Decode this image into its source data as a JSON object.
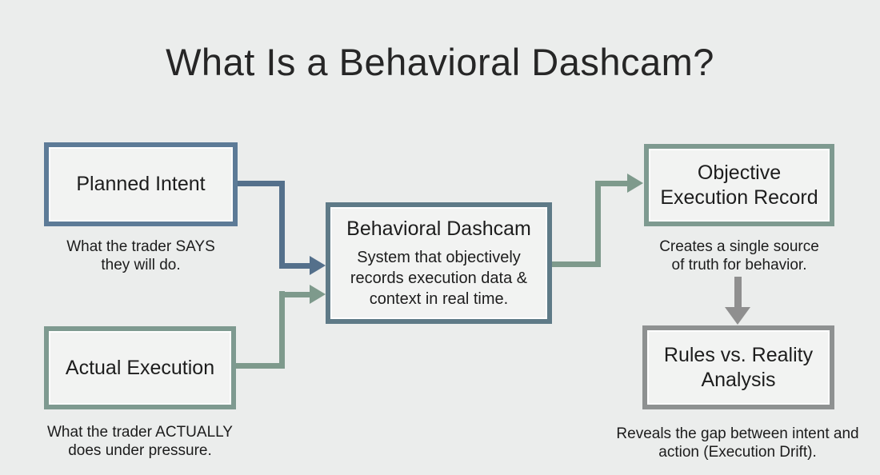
{
  "slide": {
    "title": "What Is a Behavioral Dashcam?"
  },
  "nodes": {
    "planned_intent": {
      "label": "Planned Intent",
      "caption": "What the trader SAYS they will do.",
      "border_color": "#5d7b97"
    },
    "actual_execution": {
      "label": "Actual Execution",
      "caption": "What the trader ACTUALLY does under pressure.",
      "border_color": "#7e9a90"
    },
    "behavioral_dashcam": {
      "label": "Behavioral Dashcam",
      "body": "System that objectively records execution data & context in real time.",
      "border_color": "#5e7a87"
    },
    "objective_execution_record": {
      "label": "Objective Execution Record",
      "caption": "Creates a single source of truth for behavior.",
      "border_color": "#7e9a90"
    },
    "rules_vs_reality": {
      "label": "Rules vs. Reality Analysis",
      "caption": "Reveals the gap between intent and action (Execution Drift).",
      "border_color": "#8e9191"
    }
  },
  "edges": [
    {
      "from": "planned_intent",
      "to": "behavioral_dashcam",
      "style": "elbow",
      "color": "#54708b"
    },
    {
      "from": "actual_execution",
      "to": "behavioral_dashcam",
      "style": "elbow",
      "color": "#7e9a8c"
    },
    {
      "from": "behavioral_dashcam",
      "to": "objective_execution_record",
      "style": "elbow",
      "color": "#7e9a8c"
    },
    {
      "from": "objective_execution_record",
      "to": "rules_vs_reality",
      "style": "straight-down",
      "color": "#8f8f8f"
    }
  ],
  "colors": {
    "background": "#ebedec",
    "box_fill": "#f2f3f2",
    "text": "#1d1d1d"
  }
}
